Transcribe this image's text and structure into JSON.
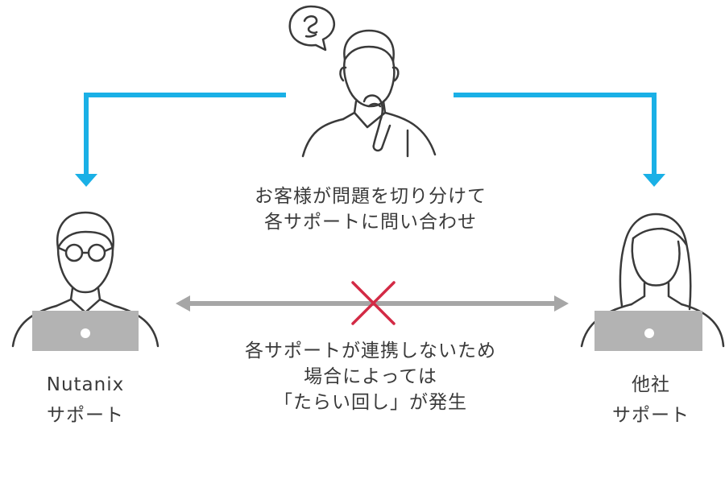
{
  "caption_top": {
    "line1": "お客様が問題を切り分けて",
    "line2": "各サポートに問い合わせ"
  },
  "caption_bottom": {
    "line1": "各サポートが連携しないため",
    "line2": "場合によっては",
    "line3": "「たらい回し」が発生"
  },
  "left_person": {
    "line1": "Nutanix",
    "line2": "サポート"
  },
  "right_person": {
    "line1": "他社",
    "line2": "サポート"
  },
  "colors": {
    "arrow_blue": "#1ab0e6",
    "arrow_gray": "#a6a6a6",
    "cross_red": "#d32a45",
    "line_dark": "#3a3a3a",
    "laptop_gray": "#b3b3b3"
  },
  "icons": {
    "customer": "thinking-person-icon",
    "thought": "question-bubble-icon",
    "left_agent": "support-agent-glasses-icon",
    "right_agent": "support-agent-woman-icon",
    "cross": "x-mark-icon"
  }
}
